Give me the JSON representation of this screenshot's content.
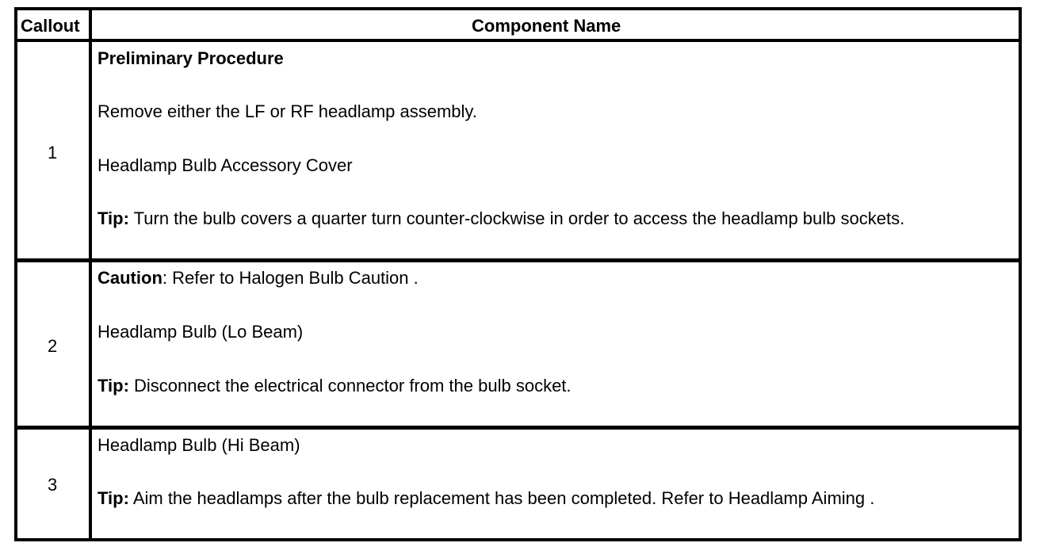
{
  "header": {
    "callout": "Callout",
    "component_name": "Component Name"
  },
  "rows": [
    {
      "callout": "1",
      "preliminary_title": "Preliminary Procedure",
      "preliminary_text": "Remove either the LF or RF headlamp assembly.",
      "component": "Headlamp Bulb Accessory Cover",
      "tip_label": "Tip:",
      "tip_text": " Turn the bulb covers a quarter turn counter-clockwise in order to access the headlamp bulb sockets."
    },
    {
      "callout": "2",
      "caution_label": "Caution",
      "caution_text": ": Refer to Halogen Bulb Caution .",
      "component": "Headlamp Bulb (Lo Beam)",
      "tip_label": "Tip:",
      "tip_text": " Disconnect the electrical connector from the bulb socket."
    },
    {
      "callout": "3",
      "component": "Headlamp Bulb (Hi Beam)",
      "tip_label": "Tip:",
      "tip_text": " Aim the headlamps after the bulb replacement has been completed. Refer to Headlamp Aiming ."
    }
  ]
}
